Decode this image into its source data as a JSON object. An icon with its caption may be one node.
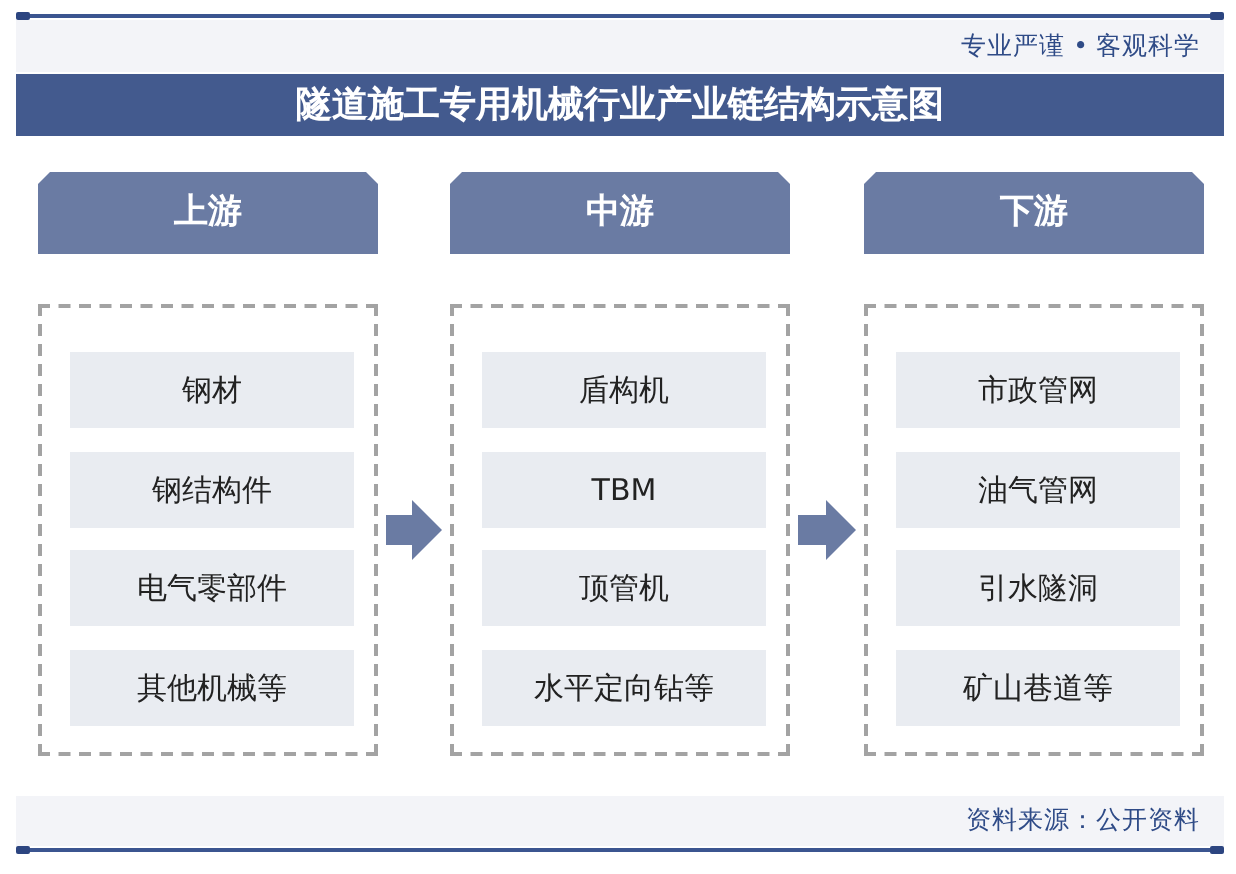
{
  "diagram": {
    "title": "隧道施工专用机械行业产业链结构示意图",
    "nodes": [
      {
        "text": [
          "上游"
        ]
      },
      {
        "text": [
          "中游"
        ]
      },
      {
        "text": [
          "下游"
        ]
      },
      {
        "text": [],
        "shape": "box"
      },
      {
        "text": [
          "钢材"
        ],
        "in": 3
      },
      {
        "text": [
          "钢结构件"
        ],
        "in": 3
      },
      {
        "text": [
          "电气零部件"
        ],
        "in": 3
      },
      {
        "text": [
          "其他机械等"
        ],
        "in": 3
      },
      {
        "text": [],
        "shape": "box"
      },
      {
        "text": [
          "盾构机"
        ],
        "in": 8
      },
      {
        "text": [
          "TBM"
        ],
        "in": 8
      },
      {
        "text": [
          "顶管机"
        ],
        "in": 8
      },
      {
        "text": [
          "水平定向钻等"
        ],
        "in": 8
      },
      {
        "text": [],
        "shape": "box"
      },
      {
        "text": [
          "市政管网"
        ],
        "in": 13
      },
      {
        "text": [
          "油气管网"
        ],
        "in": 13
      },
      {
        "text": [
          "引水隧洞"
        ],
        "in": 13
      },
      {
        "text": [
          "矿山巷道等"
        ],
        "in": 13
      }
    ],
    "edges": [
      {
        "from": 3,
        "to": 8,
        "arrow": "to"
      },
      {
        "from": 8,
        "to": 13,
        "arrow": "to"
      }
    ],
    "labels": [
      "专业严谨 • 客观科学",
      "资料来源：公开资料"
    ]
  }
}
